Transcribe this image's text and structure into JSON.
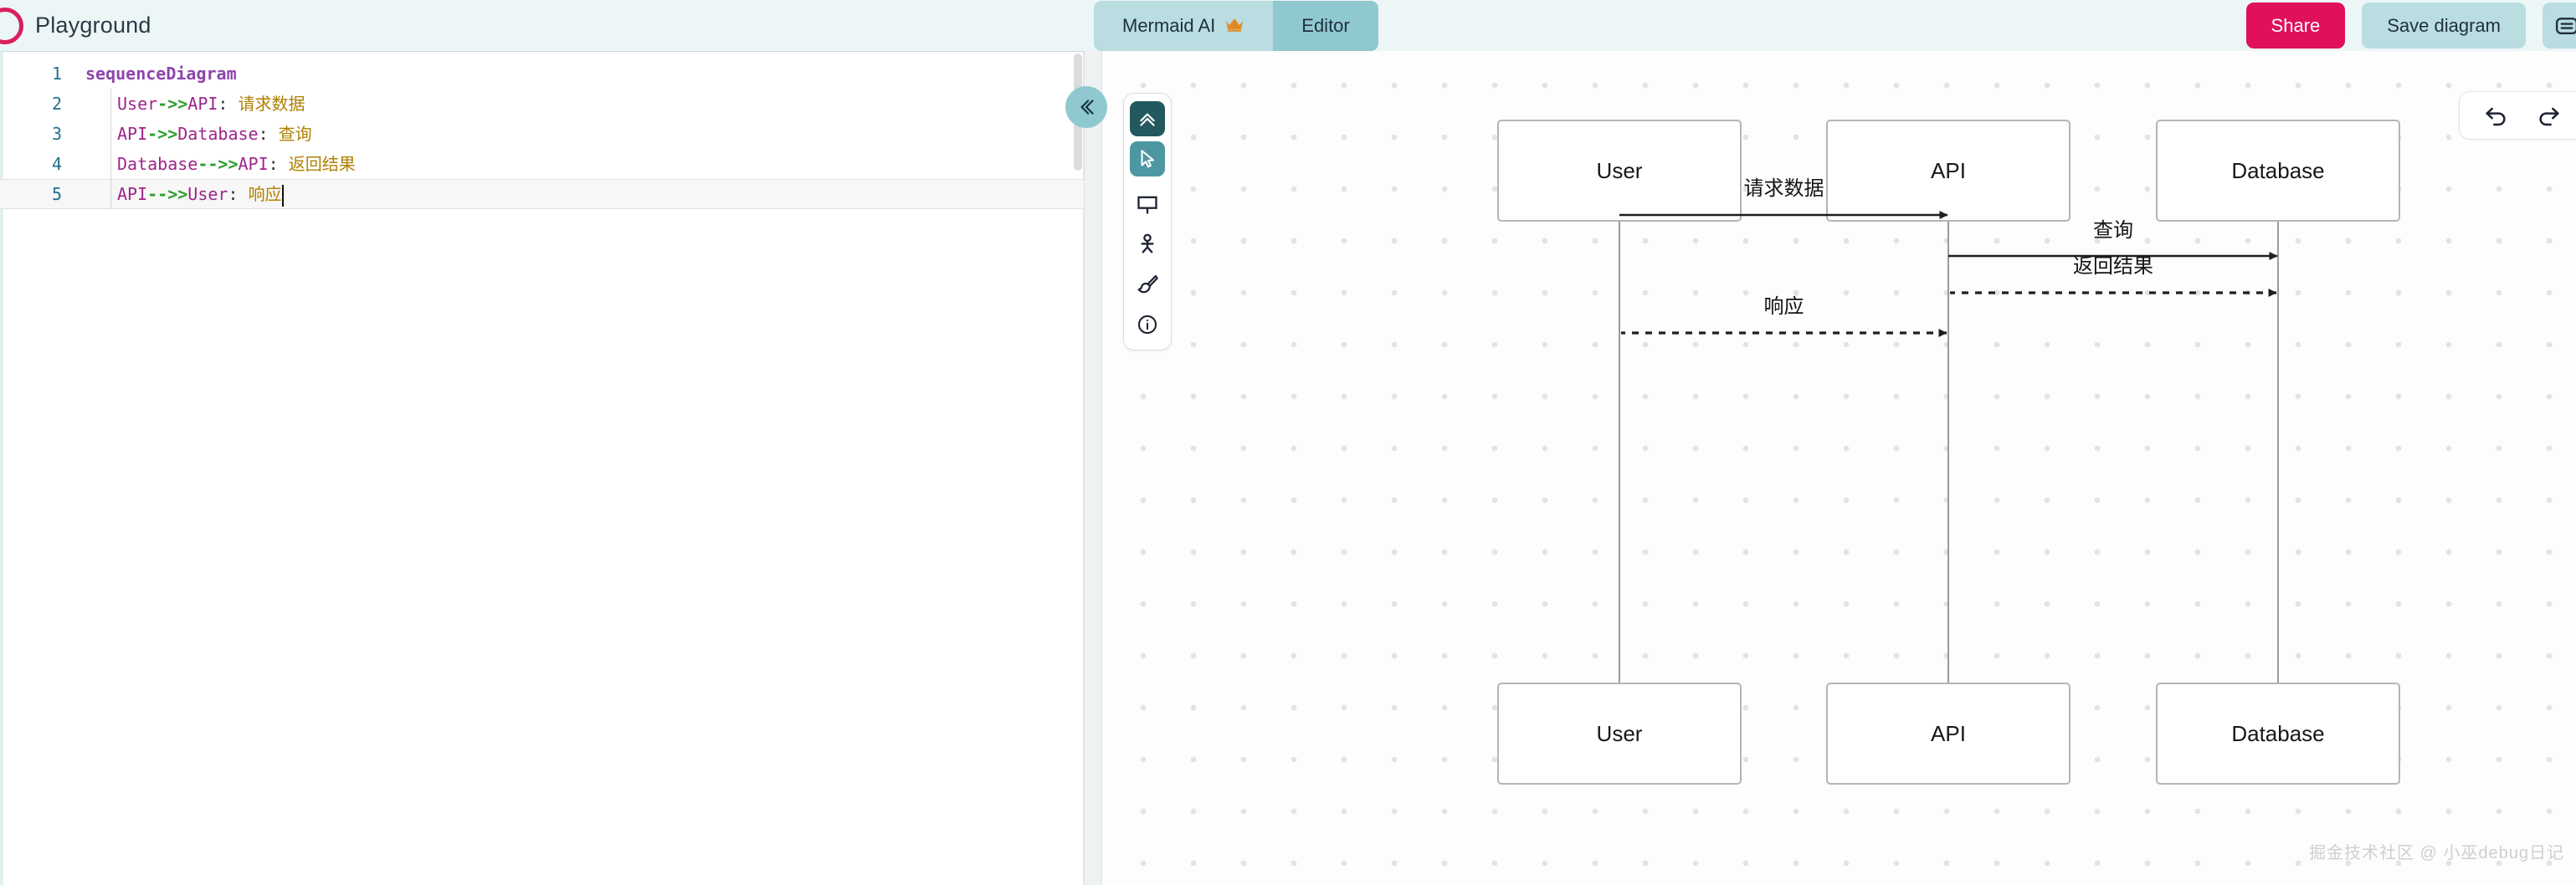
{
  "header": {
    "brand_title": "Playground",
    "logo_icon": "mermaid-circle-logo",
    "logo_color": "#d91f5c",
    "tabs": [
      {
        "label": "Mermaid AI",
        "icon": "crown-icon",
        "active": false
      },
      {
        "label": "Editor",
        "icon": "",
        "active": true
      }
    ],
    "share_label": "Share",
    "share_color": "#e0105a",
    "save_label": "Save diagram",
    "menu_icon": "list-menu-icon"
  },
  "editor": {
    "language": "mermaid",
    "active_line": 5,
    "lines": [
      {
        "n": "1",
        "indent": false,
        "tokens": [
          {
            "t": "sequenceDiagram",
            "c": "tk-key"
          }
        ]
      },
      {
        "n": "2",
        "indent": true,
        "tokens": [
          {
            "t": "User",
            "c": "tk-actor"
          },
          {
            "t": "->>",
            "c": "tk-arrow"
          },
          {
            "t": "API",
            "c": "tk-actor"
          },
          {
            "t": ": ",
            "c": "tk-colon"
          },
          {
            "t": "请求数据",
            "c": "tk-msg"
          }
        ]
      },
      {
        "n": "3",
        "indent": true,
        "tokens": [
          {
            "t": "API",
            "c": "tk-actor"
          },
          {
            "t": "->>",
            "c": "tk-arrow"
          },
          {
            "t": "Database",
            "c": "tk-actor"
          },
          {
            "t": ": ",
            "c": "tk-colon"
          },
          {
            "t": "查询",
            "c": "tk-msg"
          }
        ]
      },
      {
        "n": "4",
        "indent": true,
        "tokens": [
          {
            "t": "Database",
            "c": "tk-actor"
          },
          {
            "t": "-->>",
            "c": "tk-arrow"
          },
          {
            "t": "API",
            "c": "tk-actor"
          },
          {
            "t": ": ",
            "c": "tk-colon"
          },
          {
            "t": "返回结果",
            "c": "tk-msg"
          }
        ]
      },
      {
        "n": "5",
        "indent": true,
        "caret": true,
        "tokens": [
          {
            "t": "API",
            "c": "tk-actor"
          },
          {
            "t": "-->>",
            "c": "tk-arrow"
          },
          {
            "t": "User",
            "c": "tk-actor"
          },
          {
            "t": ": ",
            "c": "tk-colon"
          },
          {
            "t": "响应",
            "c": "tk-msg"
          }
        ]
      }
    ]
  },
  "splitter": {
    "collapse_icon": "chevron-double-left-icon"
  },
  "diagram_toolbar": {
    "tools": [
      {
        "name": "chevron-double-up-icon",
        "state": "dark"
      },
      {
        "name": "cursor-pointer-icon",
        "state": "mid"
      },
      {
        "name": "monitor-icon",
        "state": "plain"
      },
      {
        "name": "actor-person-icon",
        "state": "plain"
      },
      {
        "name": "paintbrush-icon",
        "state": "plain"
      },
      {
        "name": "info-icon",
        "state": "plain"
      }
    ]
  },
  "history": {
    "undo_icon": "undo-arrow-icon",
    "redo_icon": "redo-arrow-icon"
  },
  "chart_data": {
    "type": "diagram",
    "diagram_type": "sequenceDiagram",
    "participants": [
      "User",
      "API",
      "Database"
    ],
    "messages": [
      {
        "from": "User",
        "to": "API",
        "label": "请求数据",
        "style": "solid",
        "arrow": "->>"
      },
      {
        "from": "API",
        "to": "Database",
        "label": "查询",
        "style": "solid",
        "arrow": "->>"
      },
      {
        "from": "Database",
        "to": "API",
        "label": "返回结果",
        "style": "dashed",
        "arrow": "-->>"
      },
      {
        "from": "API",
        "to": "User",
        "label": "响应",
        "style": "dashed",
        "arrow": "-->>"
      }
    ]
  },
  "watermark": "掘金技术社区 @ 小巫debug日记"
}
